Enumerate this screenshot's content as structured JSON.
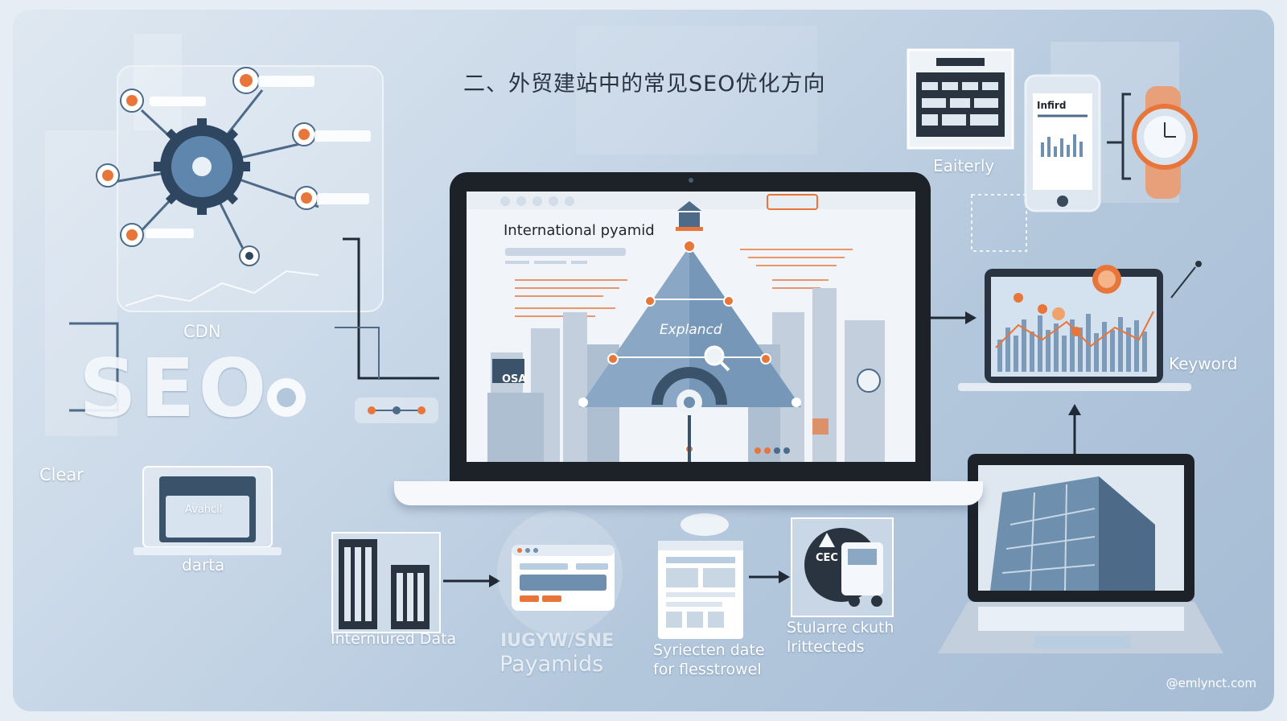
{
  "title": "二、外贸建站中的常见SEO优化方向",
  "labels": {
    "cdn": "CDN",
    "seo": "SEO",
    "clear": "Clear",
    "darta": "darta",
    "avanced": "Avahcil",
    "editerly": "Eaiterly",
    "infird": "Infird",
    "keyword": "Keyword",
    "interniured_data": "Interniured Data",
    "payamids_top": "IUGYW/SNE",
    "payamids": "Payamids",
    "syriecten_line1": "Syriecten date",
    "syriecten_line2": "for flesstrowel",
    "stularre_line1": "Stularre ckuth",
    "stularre_line2": "lrittecteds",
    "cec": "CEC",
    "osa": "OSA"
  },
  "laptop_screen": {
    "heading": "International pyamid",
    "pyramid_label": "Explancd"
  },
  "watermark": "@emlynct.com",
  "colors": {
    "accent": "#e8763a",
    "dark": "#1d2229",
    "steel": "#6f8faf",
    "light_blue": "#b8cde0"
  },
  "icons": [
    "gear-network-icon",
    "server-icon",
    "laptop-icon",
    "phone-icon",
    "watch-icon",
    "truck-icon",
    "magnifier-icon",
    "bank-icon",
    "dollar-coin-icon",
    "arrow-icon"
  ]
}
